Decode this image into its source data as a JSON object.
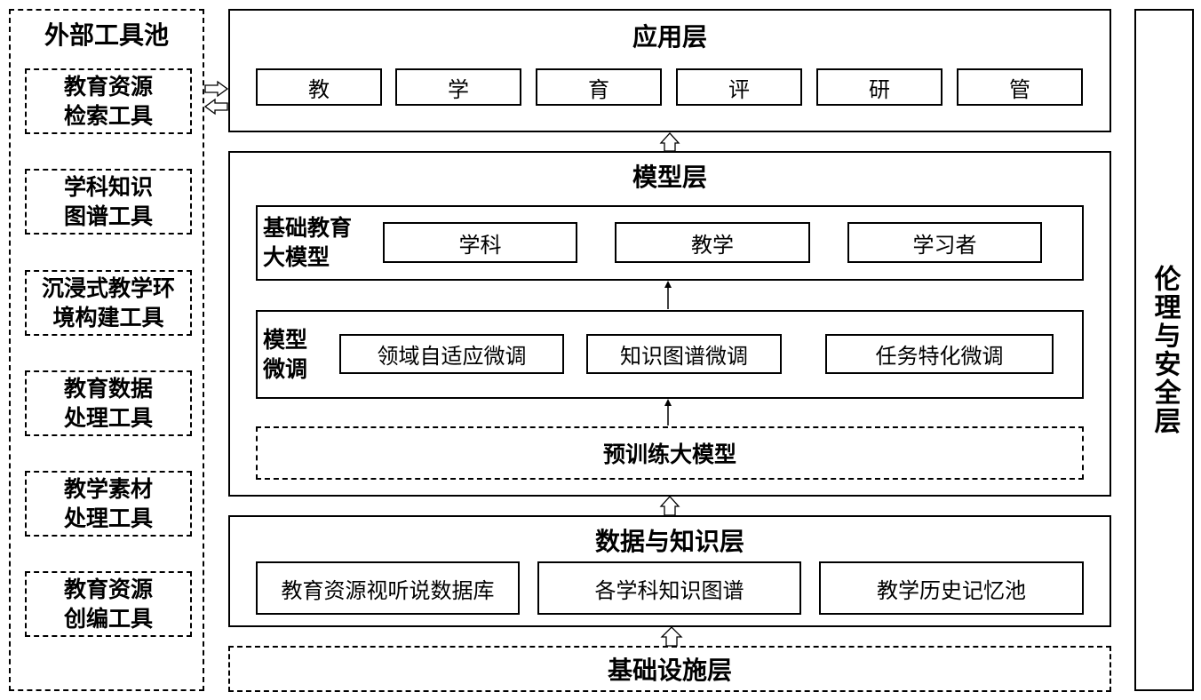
{
  "external_pool": {
    "title": "外部工具池",
    "tools": [
      "教育资源\n检索工具",
      "学科知识\n图谱工具",
      "沉浸式教学环\n境构建工具",
      "教育数据\n处理工具",
      "教学素材\n处理工具",
      "教育资源\n创编工具"
    ]
  },
  "application_layer": {
    "title": "应用层",
    "items": [
      "教",
      "学",
      "育",
      "评",
      "研",
      "管"
    ]
  },
  "model_layer": {
    "title": "模型层",
    "base_model": {
      "label": "基础教育\n大模型",
      "items": [
        "学科",
        "教学",
        "学习者"
      ]
    },
    "finetune": {
      "label": "模型\n微调",
      "items": [
        "领域自适应微调",
        "知识图谱微调",
        "任务特化微调"
      ]
    },
    "pretrain": "预训练大模型"
  },
  "data_layer": {
    "title": "数据与知识层",
    "items": [
      "教育资源视听说数据库",
      "各学科知识图谱",
      "教学历史记忆池"
    ]
  },
  "infrastructure_layer": {
    "title": "基础设施层"
  },
  "ethics_layer": {
    "title": "伦理与安全层"
  }
}
